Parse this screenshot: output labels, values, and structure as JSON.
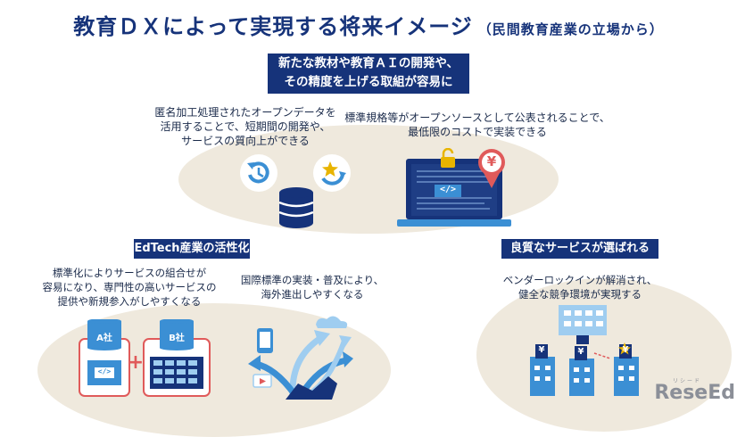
{
  "title": "教育ＤＸによって実現する将来イメージ",
  "subtitle": "（民間教育産業の立場から）",
  "top": {
    "banner_line1": "新たな教材や教育ＡＩの開発や、",
    "banner_line2": "その精度を上げる取組が容易に",
    "left_text": [
      "匿名加工処理されたオープンデータを",
      "活用することで、短期間の開発や、",
      "サービスの質向上ができる"
    ],
    "right_text": [
      "標準規格等がオープンソースとして公表されることで、",
      "最低限のコストで実装できる"
    ],
    "code_tag": "</>",
    "yen": "¥"
  },
  "edtech": {
    "banner": "EdTech産業の活性化",
    "left_text": [
      "標準化によりサービスの組合せが",
      "容易になり、専門性の高いサービスの",
      "提供や新規参入がしやすくなる"
    ],
    "right_text": [
      "国際標準の実装・普及により、",
      "海外進出しやすくなる"
    ],
    "company_a": "A社",
    "company_b": "B社",
    "code_tag": "</>",
    "plus": "+"
  },
  "quality": {
    "banner": "良質なサービスが選ばれる",
    "text": [
      "ベンダーロックインが解消され、",
      "健全な競争環境が実現する"
    ],
    "yen": "¥"
  },
  "watermark": {
    "logo": "ReseEd",
    "kana": "リシード"
  },
  "colors": {
    "navy": "#16337a",
    "beige": "#efe9dd",
    "blue": "#3b8fd4",
    "lightblue": "#9fcdf0",
    "red": "#e05a5a",
    "gold": "#e8b400"
  }
}
